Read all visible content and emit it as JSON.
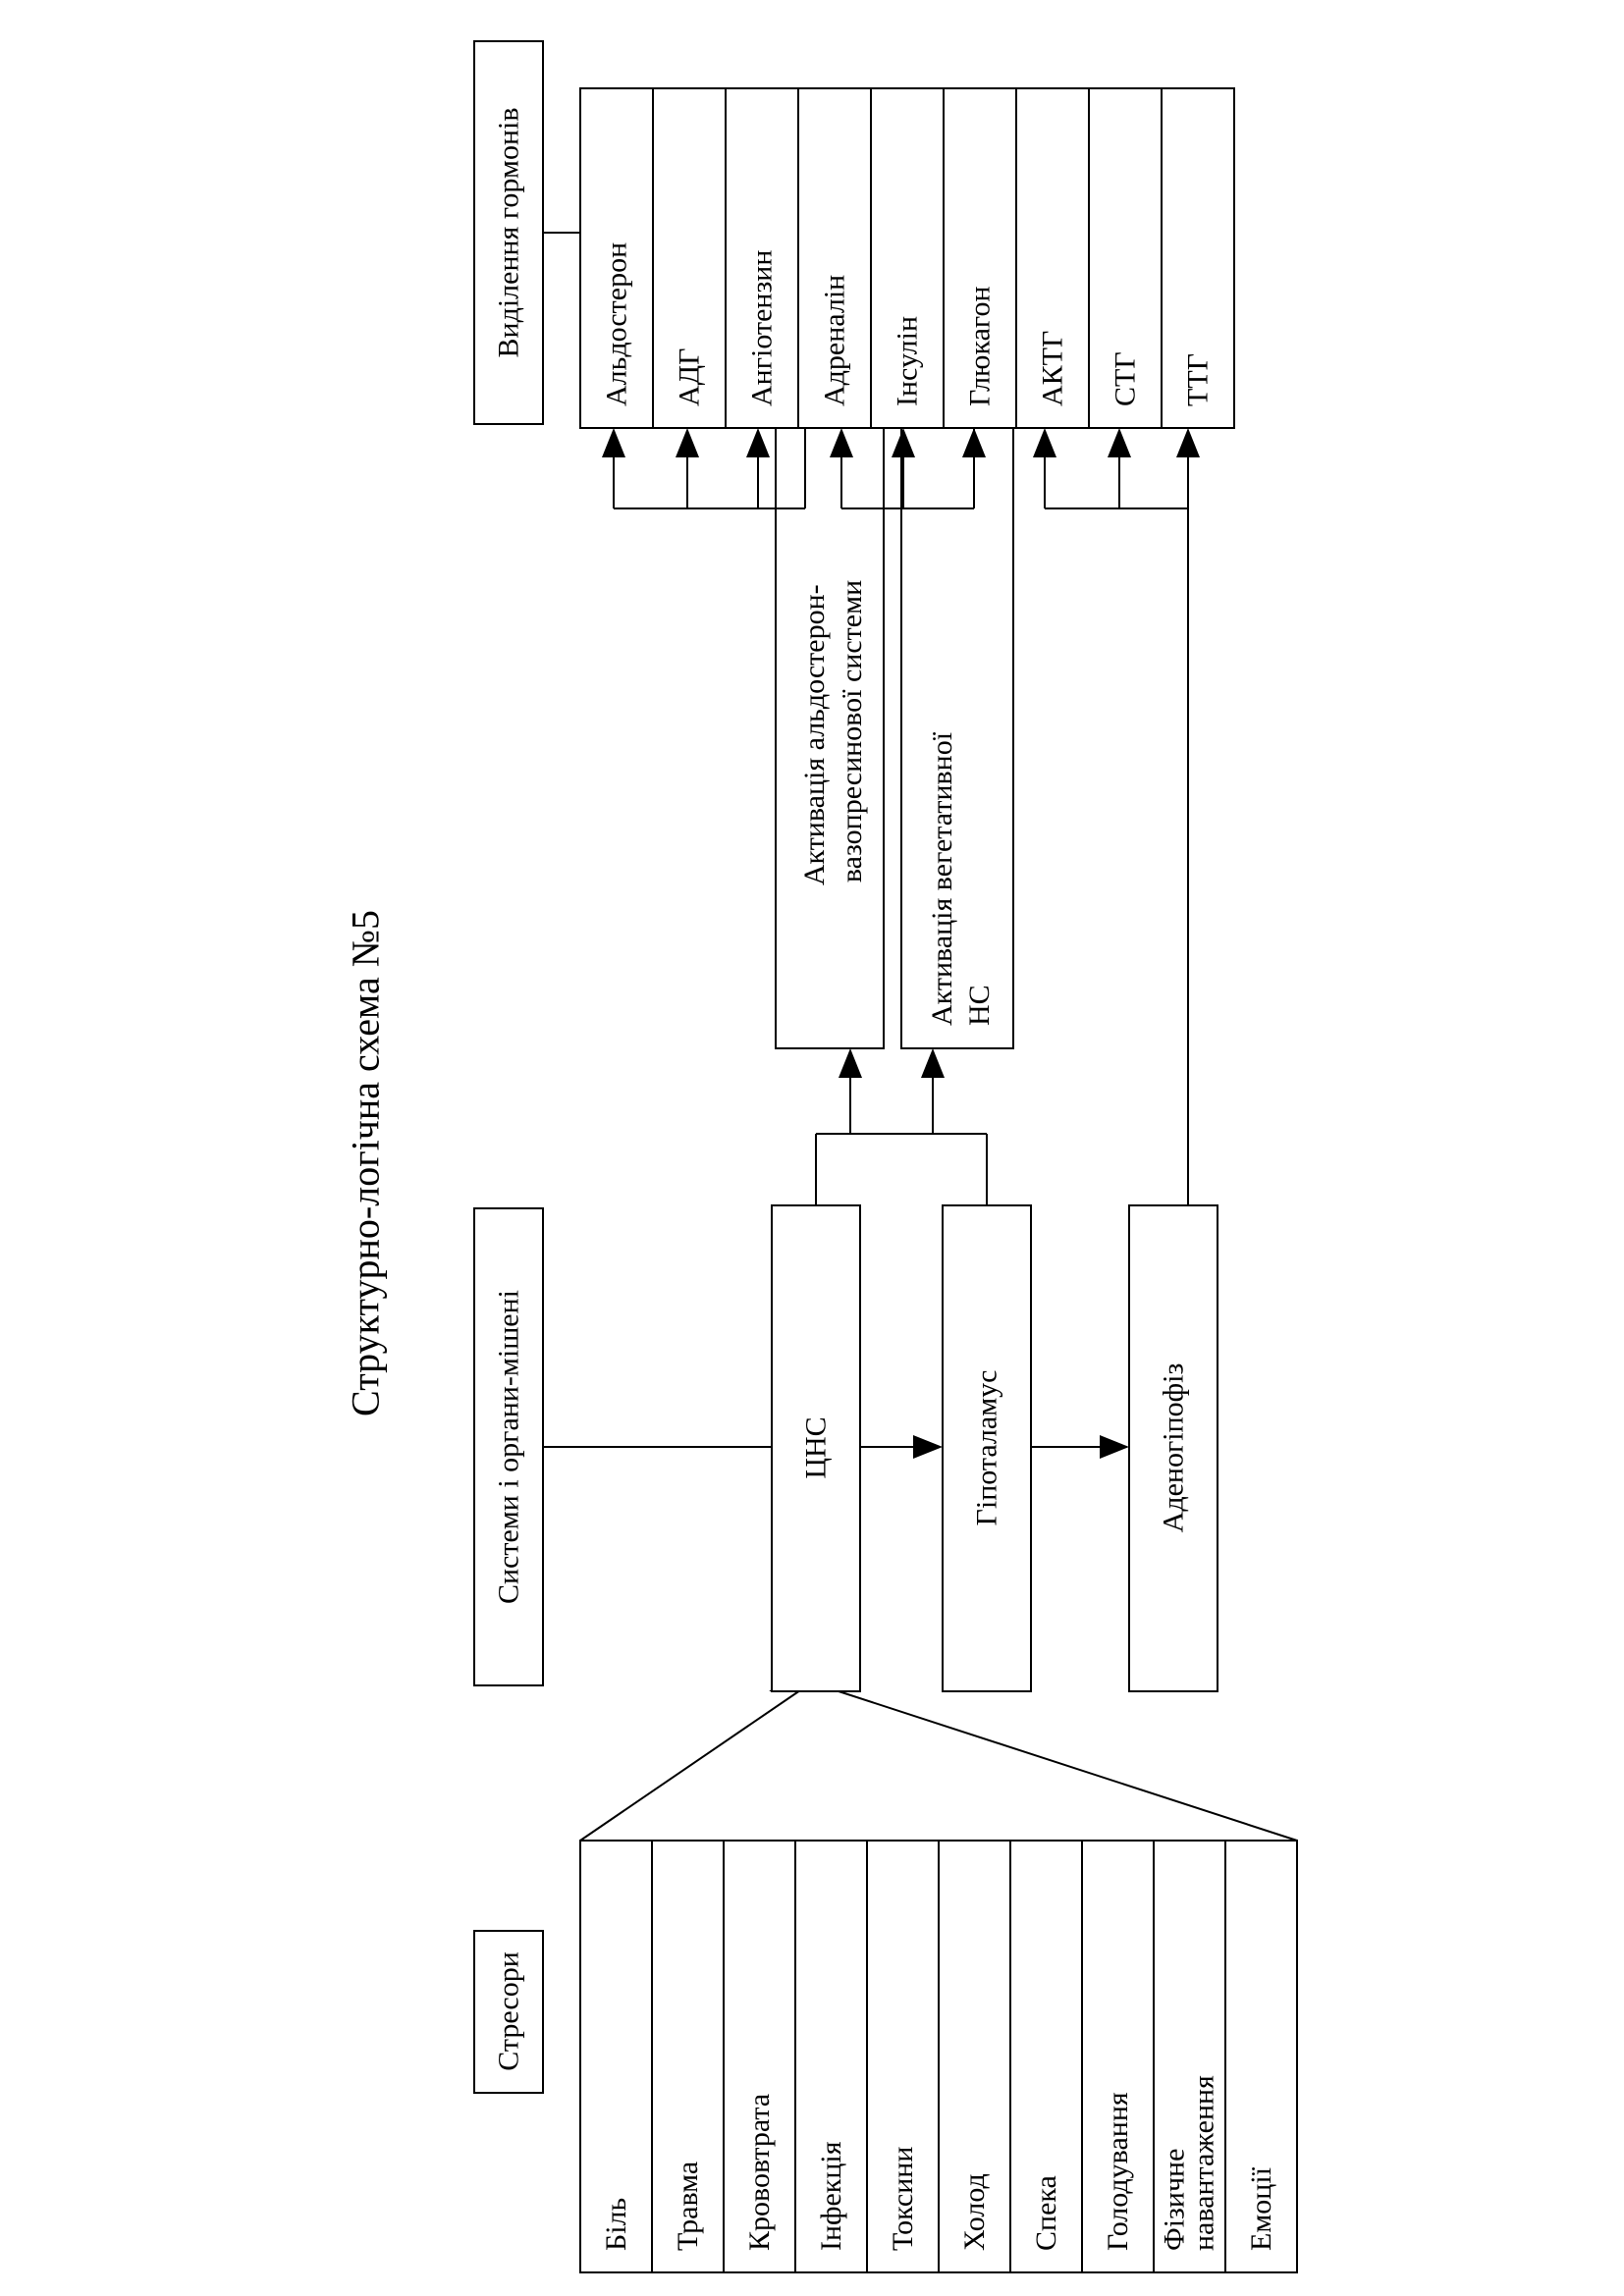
{
  "title": "Структурно-логічна схема №5",
  "stressors": {
    "header": "Стресори",
    "items": [
      "Біль",
      "Травма",
      "Крововтрата",
      "Інфекція",
      "Токсини",
      "Холод",
      "Спека",
      "Голодування",
      "Фізичне навантаження",
      "Емоції"
    ]
  },
  "systems_label": "Системи і органи-мішені",
  "cns": "ЦНС",
  "hypothalamus": "Гіпоталамус",
  "adenohypophysis": "Аденогіпофіз",
  "activation_aldosterone": {
    "line1": "Активація альдостерон-",
    "line2": "вазопресинової системи"
  },
  "activation_vegetative": {
    "line1": "Активація вегетативної",
    "line2": "НС"
  },
  "hormones": {
    "header": "Виділення гормонів",
    "items": [
      "Альдостерон",
      "АДГ",
      "Ангіотензин",
      "Адреналін",
      "Інсулін",
      "Глюкагон",
      "АКТГ",
      "СТГ",
      "ТТГ"
    ]
  }
}
